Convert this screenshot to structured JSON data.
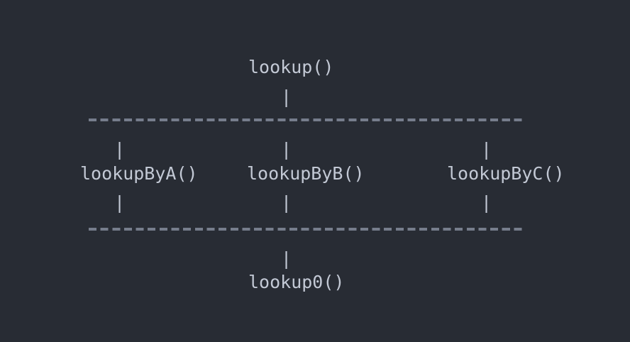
{
  "theme": {
    "background": "#282c34",
    "text_color": "#c3c9d5",
    "rule_color": "#767d8c"
  },
  "diagram": {
    "type": "ascii-hierarchy",
    "title": "",
    "top": {
      "label": "lookup()",
      "connector_below": "|"
    },
    "separator_top": "------------------------------------",
    "middle": {
      "columns": [
        {
          "connector_above": "|",
          "label": "lookupByA()",
          "connector_below": "|"
        },
        {
          "connector_above": "|",
          "label": "lookupByB()",
          "connector_below": "|"
        },
        {
          "connector_above": "|",
          "label": "lookupByC()",
          "connector_below": "|"
        }
      ]
    },
    "separator_bottom": "------------------------------------",
    "bottom": {
      "connector_above": "|",
      "label": "lookup0()"
    }
  }
}
